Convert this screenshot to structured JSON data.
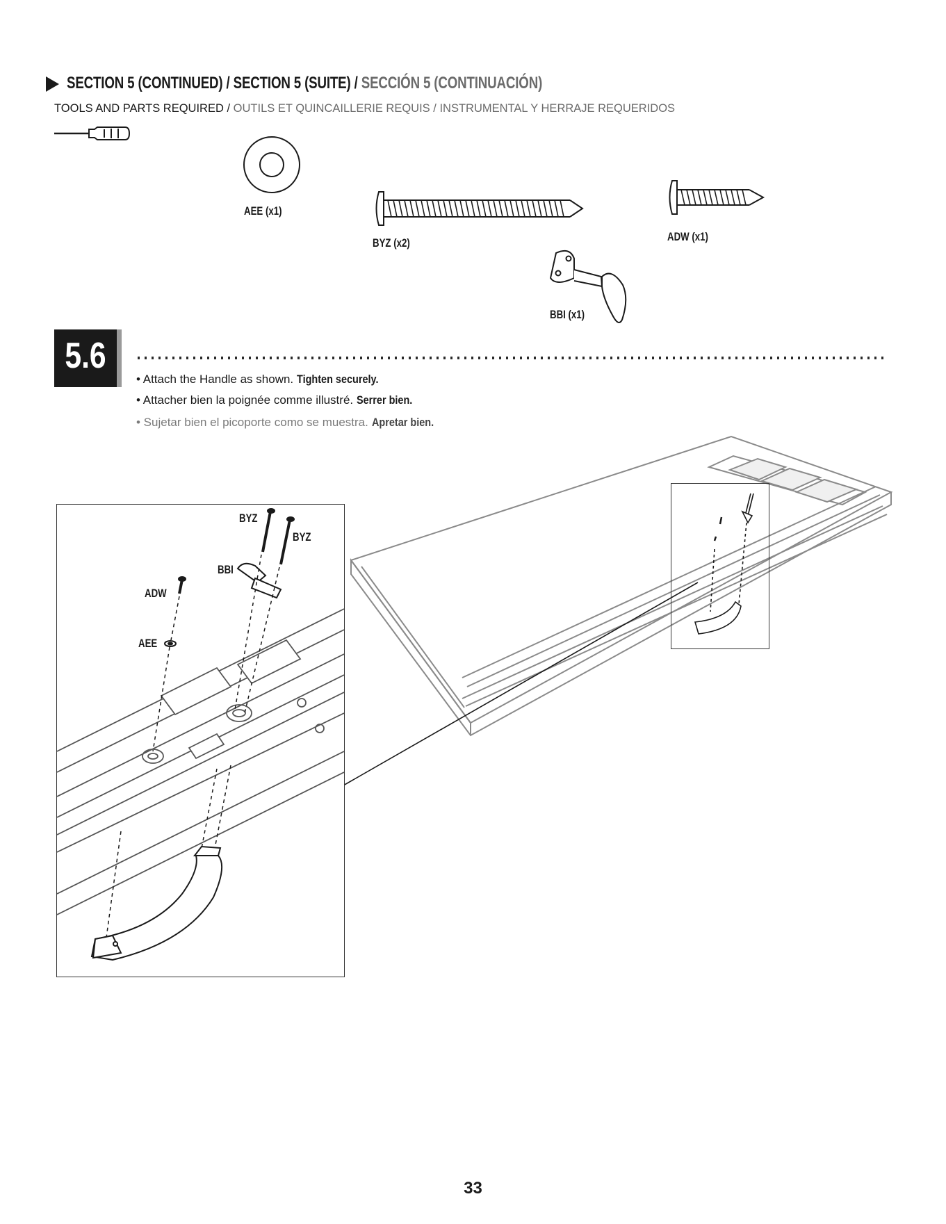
{
  "header": {
    "title_en": "SECTION 5 (CONTINUED) / ",
    "title_fr": "SECTION 5 (SUITE) / ",
    "title_es": "SECCIÓN 5 (CONTINUACIÓN)"
  },
  "tools_line": {
    "en": "TOOLS AND PARTS REQUIRED / ",
    "fr": "OUTILS ET QUINCAILLERIE REQUIS / ",
    "es": "INSTRUMENTAL Y HERRAJE REQUERIDOS"
  },
  "parts": {
    "aee": "AEE (x1)",
    "byz": "BYZ (x2)",
    "adw": "ADW (x1)",
    "bbi": "BBI (x1)"
  },
  "step": {
    "number": "5.6",
    "en": "• Attach the Handle as shown. ",
    "en_bold": "Tighten securely.",
    "fr": "• Attacher bien la poignée comme illustré. ",
    "fr_bold": "Serrer bien.",
    "es": "• Sujetar bien el picoporte como se muestra. ",
    "es_bold": "Apretar bien."
  },
  "detail_labels": {
    "byz_1": "BYZ",
    "byz_2": "BYZ",
    "bbi": "BBI",
    "adw": "ADW",
    "aee": "AEE"
  },
  "page_number": "33"
}
